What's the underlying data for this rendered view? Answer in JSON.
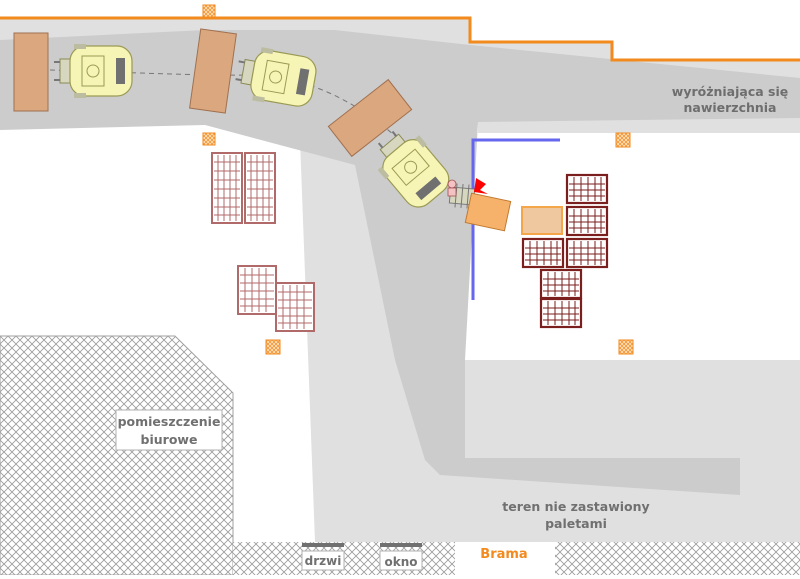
{
  "labels": {
    "surface": [
      "wyróżniająca się",
      "nawierzchnia"
    ],
    "office": [
      "pomieszczenie",
      "biurowe"
    ],
    "clear_area": [
      "teren nie zastawiony",
      "paletami"
    ],
    "gate": "Brama",
    "door": "drzwi",
    "window": "okno"
  },
  "colors": {
    "floor": "#e0e0e0",
    "road": "#cccccc",
    "orange_line": "#f28a1e",
    "barrier": "#6666ee",
    "pallet_wood": "#dba77e",
    "forklift": "#f7f5b5",
    "rack_light": "#b06a6a",
    "rack_dark": "#7a1e1e",
    "marker": "#f5a54a"
  },
  "icons": [
    "forklift-icon",
    "pallet-icon",
    "rack-icon",
    "pillar-marker-icon",
    "hatched-building-area"
  ]
}
